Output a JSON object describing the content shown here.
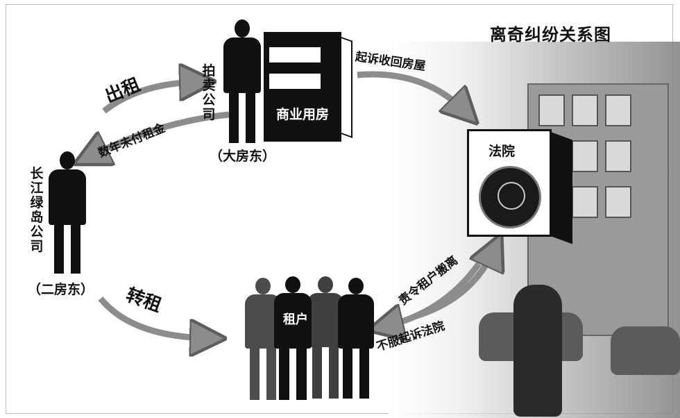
{
  "title": "离奇纠纷关系图",
  "nodes": {
    "auction_company": {
      "name": "拍卖公司",
      "role": "（大房东）"
    },
    "building": {
      "label": "商业用房"
    },
    "changjiang": {
      "name": "长江绿岛公司",
      "role": "（二房东）"
    },
    "court": {
      "label": "法院"
    },
    "tenants": {
      "label": "租户"
    }
  },
  "edges": {
    "rent_out": "出租",
    "unpaid_rent": "数年未付租金",
    "sue_recover": "起诉收回房屋",
    "sublet": "转租",
    "order_tenants_leave": "责令租户搬离",
    "appeal": "不服起诉法院"
  },
  "colors": {
    "ink": "#111111",
    "arrow": "#8c8c8c",
    "arrow_edge": "#5e5e5e"
  }
}
